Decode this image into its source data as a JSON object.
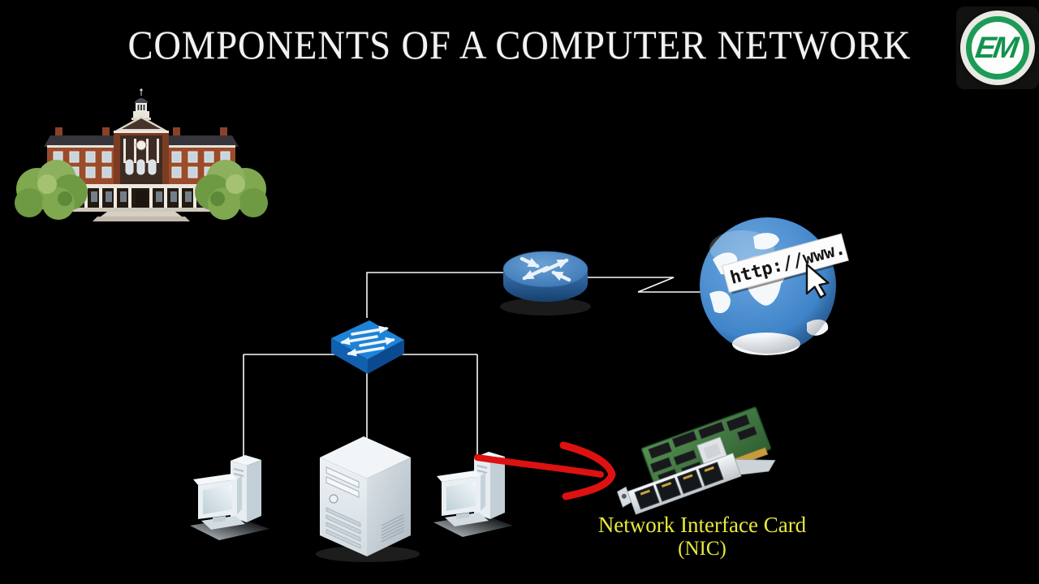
{
  "header": {
    "title": "COMPONENTS OF A COMPUTER NETWORK",
    "logo_text": "EM"
  },
  "diagram": {
    "internet_banner": "http://www.",
    "caption_line1": "Network Interface Card",
    "caption_line2": "(NIC)",
    "icons": [
      "school-building-icon",
      "router-icon",
      "internet-globe-icon",
      "cursor-pointer-icon",
      "network-switch-icon",
      "workstation-left-icon",
      "server-icon",
      "workstation-right-icon",
      "network-interface-card-icon",
      "red-callout-arrow"
    ],
    "colors": {
      "background": "#000000",
      "title_text": "#f2f2f2",
      "caption_yellow": "#e9e93c",
      "logo_green": "#1d9b56",
      "router_blue": "#3d78b4",
      "switch_blue": "#1472c8",
      "connection_line": "#fafafa",
      "callout_red": "#dd1111",
      "pcb_green": "#46823f",
      "globe_blue": "#3f84c9"
    }
  }
}
